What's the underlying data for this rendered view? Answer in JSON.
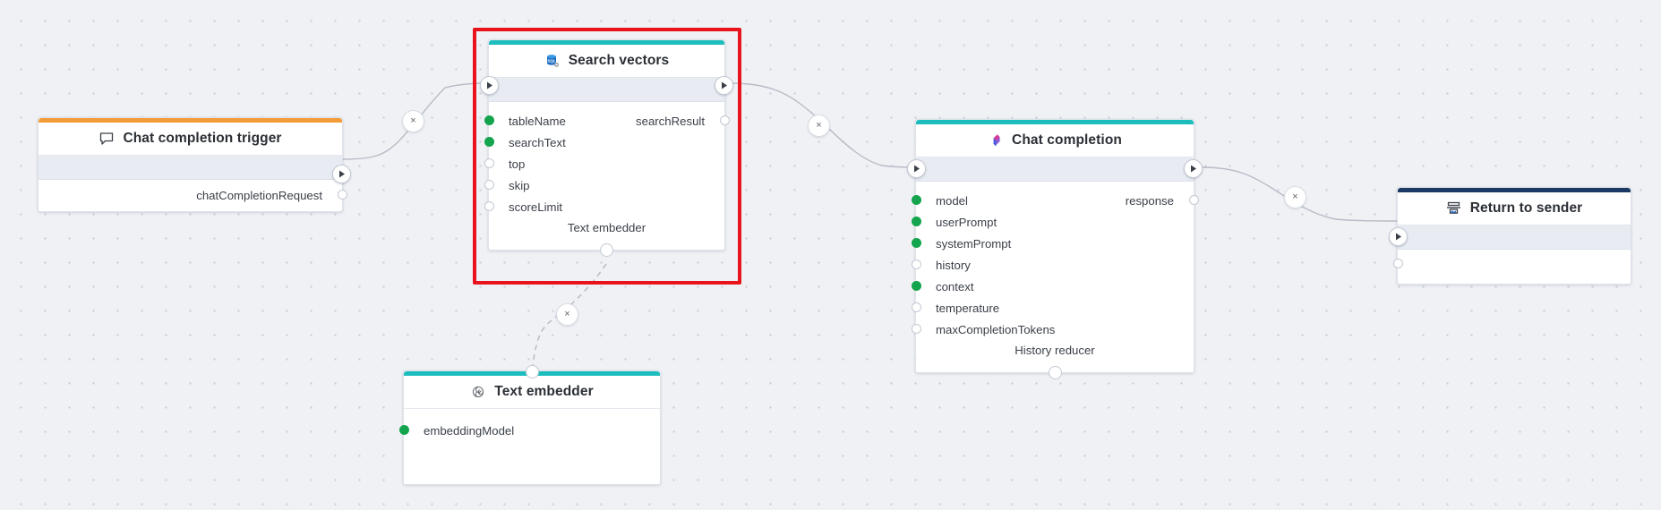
{
  "canvas": {
    "background_color": "#eff1f5",
    "dot_color": "#c9ccd6",
    "selection_color": "#e8131b"
  },
  "nodes": [
    {
      "id": "chat-completion-trigger",
      "title": "Chat completion trigger",
      "icon": "speech-bubble-icon",
      "accent_color": "#f29b38",
      "selected": false,
      "inputs": [],
      "outputs": [
        {
          "label": "chatCompletionRequest",
          "filled": false
        }
      ],
      "footer": ""
    },
    {
      "id": "search-vectors",
      "title": "Search vectors",
      "icon": "sql-database-icon",
      "accent_color": "#1dbdbd",
      "selected": true,
      "inputs": [
        {
          "label": "tableName",
          "filled": true
        },
        {
          "label": "searchText",
          "filled": true
        },
        {
          "label": "top",
          "filled": false
        },
        {
          "label": "skip",
          "filled": false
        },
        {
          "label": "scoreLimit",
          "filled": false
        }
      ],
      "outputs": [
        {
          "label": "searchResult",
          "filled": false
        }
      ],
      "footer": "Text embedder"
    },
    {
      "id": "chat-completion",
      "title": "Chat completion",
      "icon": "chat-completion-icon",
      "accent_color": "#1dbdbd",
      "selected": false,
      "inputs": [
        {
          "label": "model",
          "filled": true
        },
        {
          "label": "userPrompt",
          "filled": true
        },
        {
          "label": "systemPrompt",
          "filled": true
        },
        {
          "label": "history",
          "filled": false
        },
        {
          "label": "context",
          "filled": true
        },
        {
          "label": "temperature",
          "filled": false
        },
        {
          "label": "maxCompletionTokens",
          "filled": false
        }
      ],
      "outputs": [
        {
          "label": "response",
          "filled": false
        }
      ],
      "footer": "History reducer"
    },
    {
      "id": "return-to-sender",
      "title": "Return to sender",
      "icon": "return-to-sender-icon",
      "accent_color": "#1b3a63",
      "selected": false,
      "inputs": [],
      "outputs": [],
      "footer": ""
    },
    {
      "id": "text-embedder",
      "title": "Text embedder",
      "icon": "openai-icon",
      "accent_color": "#1dbdbd",
      "selected": false,
      "inputs": [
        {
          "label": "embeddingModel",
          "filled": true
        }
      ],
      "outputs": [],
      "footer": ""
    }
  ],
  "edge_buttons": [
    {
      "id": "edge-delete-trigger-to-search",
      "glyph": "×"
    },
    {
      "id": "edge-delete-search-to-chat",
      "glyph": "×"
    },
    {
      "id": "edge-delete-chat-to-return",
      "glyph": "×"
    },
    {
      "id": "edge-delete-search-to-text-embedder",
      "glyph": "×"
    }
  ]
}
